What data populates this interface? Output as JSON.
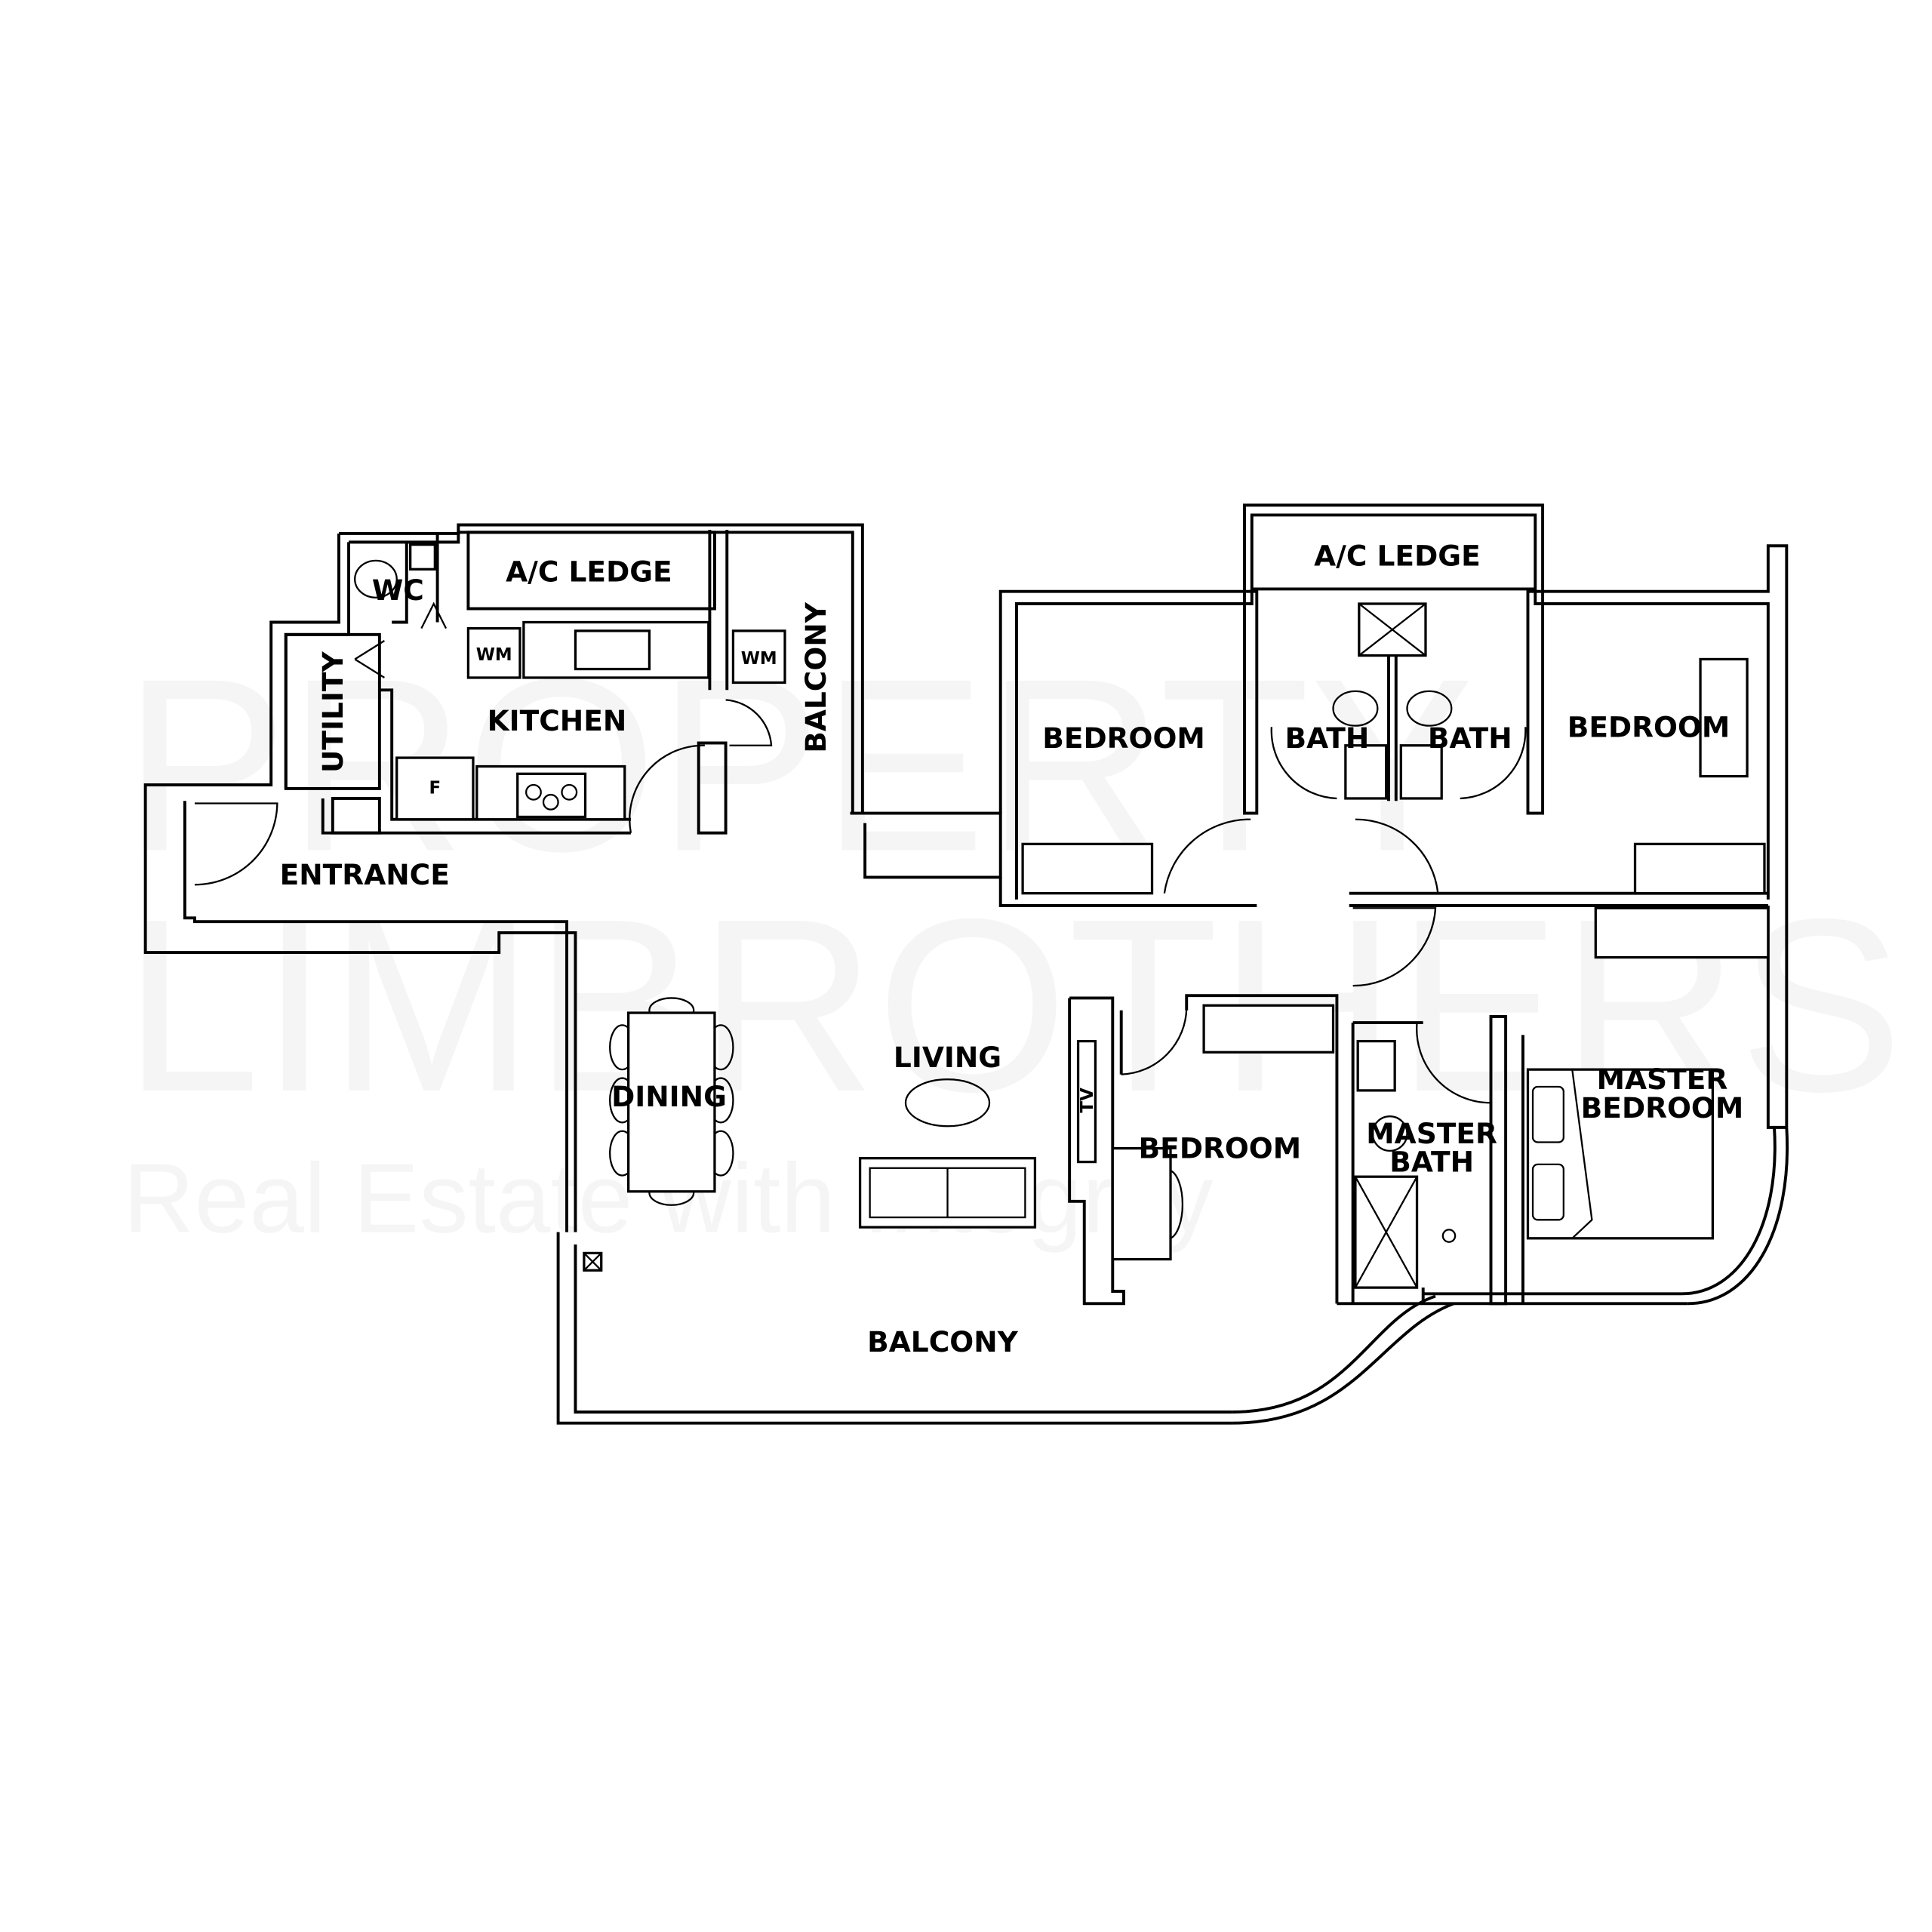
{
  "watermark": {
    "line1": "PROPERTY",
    "line2": "LIMBROTHERS",
    "tagline": "Real Estate with Integrity"
  },
  "rooms": {
    "ac_ledge_left": "A/C LEDGE",
    "wc": "WC",
    "utility": "UTILITY",
    "kitchen": "KITCHEN",
    "balcony_service": "BALCONY",
    "entrance": "ENTRANCE",
    "ac_ledge_right": "A/C LEDGE",
    "bedroom_1": "BEDROOM",
    "bath_1": "BATH",
    "bath_2": "BATH",
    "bedroom_2": "BEDROOM",
    "living": "LIVING",
    "dining": "DINING",
    "bedroom_3": "BEDROOM",
    "master_bath_line1": "MASTER",
    "master_bath_line2": "BATH",
    "master_bedroom_line1": "MASTER",
    "master_bedroom_line2": "BEDROOM",
    "balcony_main": "BALCONY"
  },
  "fixtures": {
    "washing_machine_1": "WM",
    "washing_machine_2": "WM",
    "fridge": "F",
    "tv": "TV"
  }
}
